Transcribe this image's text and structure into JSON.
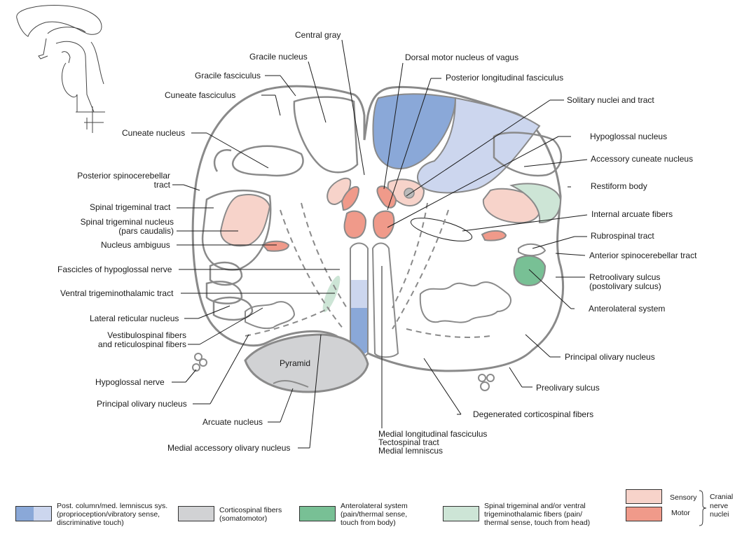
{
  "colors": {
    "outline": "#8a8a8a",
    "post_column_dark": "#8aa8d8",
    "post_column_light": "#ccd6ee",
    "corticospinal": "#d1d2d4",
    "anterolateral": "#78c095",
    "spinal_trigeminal": "#cde5d6",
    "sensory": "#f7d3ca",
    "motor": "#f09a8a",
    "leader": "#1a1a1a"
  },
  "inset": {
    "name": "brainstem-sagittal-inset"
  },
  "labels": {
    "central_gray": "Central gray",
    "gracile_nucleus": "Gracile nucleus",
    "gracile_fasciculus": "Gracile fasciculus",
    "cuneate_fasciculus": "Cuneate fasciculus",
    "cuneate_nucleus": "Cuneate nucleus",
    "post_spinocerebellar_1": "Posterior spinocerebellar",
    "post_spinocerebellar_2": "tract",
    "spinal_trigeminal_tract": "Spinal trigeminal tract",
    "spinal_trigeminal_nucleus_1": "Spinal trigeminal nucleus",
    "spinal_trigeminal_nucleus_2": "(pars caudalis)",
    "nucleus_ambiguus": "Nucleus ambiguus",
    "fascicles_hypoglossal": "Fascicles of hypoglossal nerve",
    "ventral_trigeminothalamic": "Ventral trigeminothalamic tract",
    "lateral_reticular": "Lateral reticular nucleus",
    "vestibulospinal_1": "Vestibulospinal fibers",
    "vestibulospinal_2": "and reticulospinal fibers",
    "hypoglossal_nerve": "Hypoglossal nerve",
    "principal_olivary_left": "Principal olivary nucleus",
    "arcuate_nucleus": "Arcuate nucleus",
    "medial_accessory_olivary": "Medial accessory olivary nucleus",
    "pyramid": "Pyramid",
    "mlf_1": "Medial longitudinal fasciculus",
    "mlf_2": "Tectospinal tract",
    "mlf_3": "Medial lemniscus",
    "dorsal_motor_vagus": "Dorsal motor nucleus of vagus",
    "posterior_longitudinal": "Posterior longitudinal fasciculus",
    "solitary": "Solitary nuclei and tract",
    "hypoglossal_nucleus": "Hypoglossal nucleus",
    "accessory_cuneate": "Accessory cuneate nucleus",
    "restiform": "Restiform body",
    "internal_arcuate": "Internal arcuate fibers",
    "rubrospinal": "Rubrospinal tract",
    "ant_spinocerebellar": "Anterior spinocerebellar tract",
    "retroolivary_1": "Retroolivary sulcus",
    "retroolivary_2": "(postolivary sulcus)",
    "anterolateral": "Anterolateral system",
    "principal_olivary_right": "Principal olivary nucleus",
    "preolivary": "Preolivary sulcus",
    "degenerated_corticospinal": "Degenerated corticospinal fibers"
  },
  "legend": {
    "items": [
      {
        "key": "post-column",
        "lines": [
          "Post. column/med. lemniscus sys.",
          "(proprioception/vibratory sense,",
          "discriminative touch)"
        ]
      },
      {
        "key": "corticospinal",
        "lines": [
          "Corticospinal fibers",
          "(somatomotor)"
        ]
      },
      {
        "key": "anterolateral",
        "lines": [
          "Anterolateral system",
          "(pain/thermal sense,",
          "touch from body)"
        ]
      },
      {
        "key": "spinal-trigeminal",
        "lines": [
          "Spinal trigeminal and/or ventral",
          "trigeminothalamic fibers (pain/",
          "thermal sense, touch from head)"
        ]
      }
    ],
    "cranial": {
      "sensory": "Sensory",
      "motor": "Motor",
      "group_1": "Cranial",
      "group_2": "nerve",
      "group_3": "nuclei"
    }
  }
}
